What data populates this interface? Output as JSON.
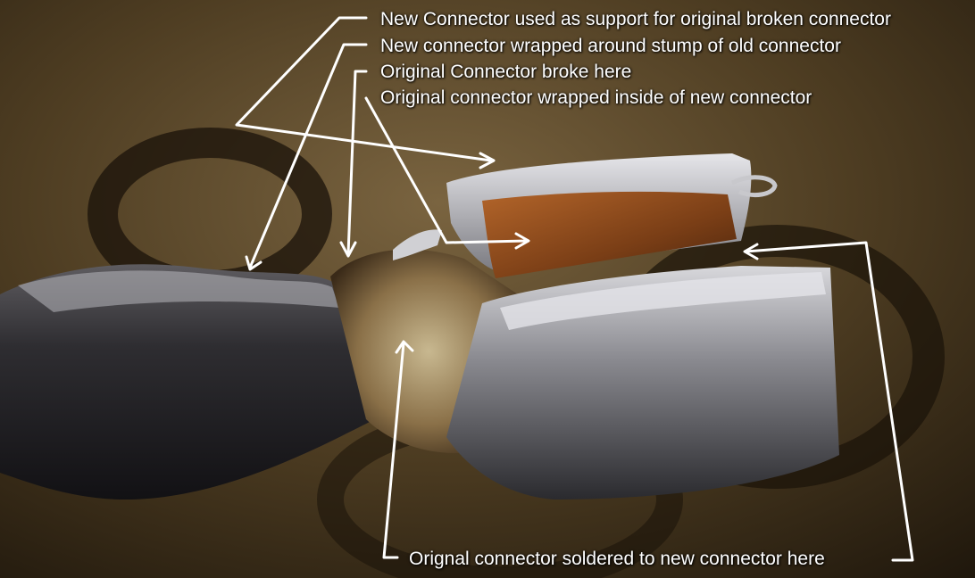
{
  "annotations": {
    "support": "New Connector used as support for original broken connector",
    "wrapped_stump": "New connector wrapped around stump of old connector",
    "broke_here": "Original Connector broke here",
    "wrapped_inside": "Original connector wrapped inside of new connector",
    "soldered": "Orignal connector soldered to new connector here"
  },
  "colors": {
    "annotation": "#ffffff",
    "background": "#3a2c18",
    "metal": "#9a9aa0",
    "copper": "#8a4a1e"
  }
}
